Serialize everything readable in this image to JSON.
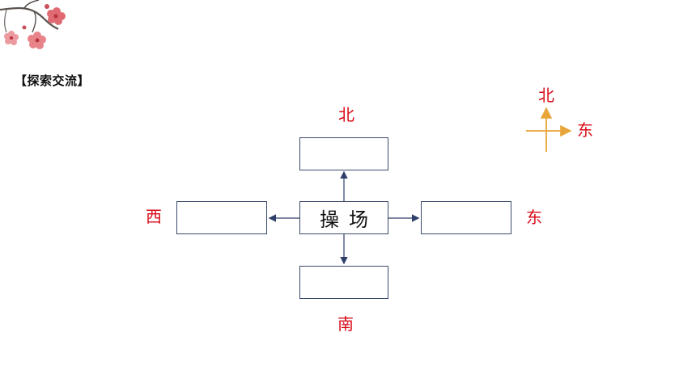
{
  "section_title": "【探索交流】",
  "center_label": "操场",
  "directions": {
    "north": "北",
    "south": "南",
    "west": "西",
    "east": "东"
  },
  "compass": {
    "north": "北",
    "east": "东",
    "color": "#e8a53a"
  },
  "colors": {
    "direction_text": "#d80c18",
    "arrow": "#2f3f6b"
  }
}
